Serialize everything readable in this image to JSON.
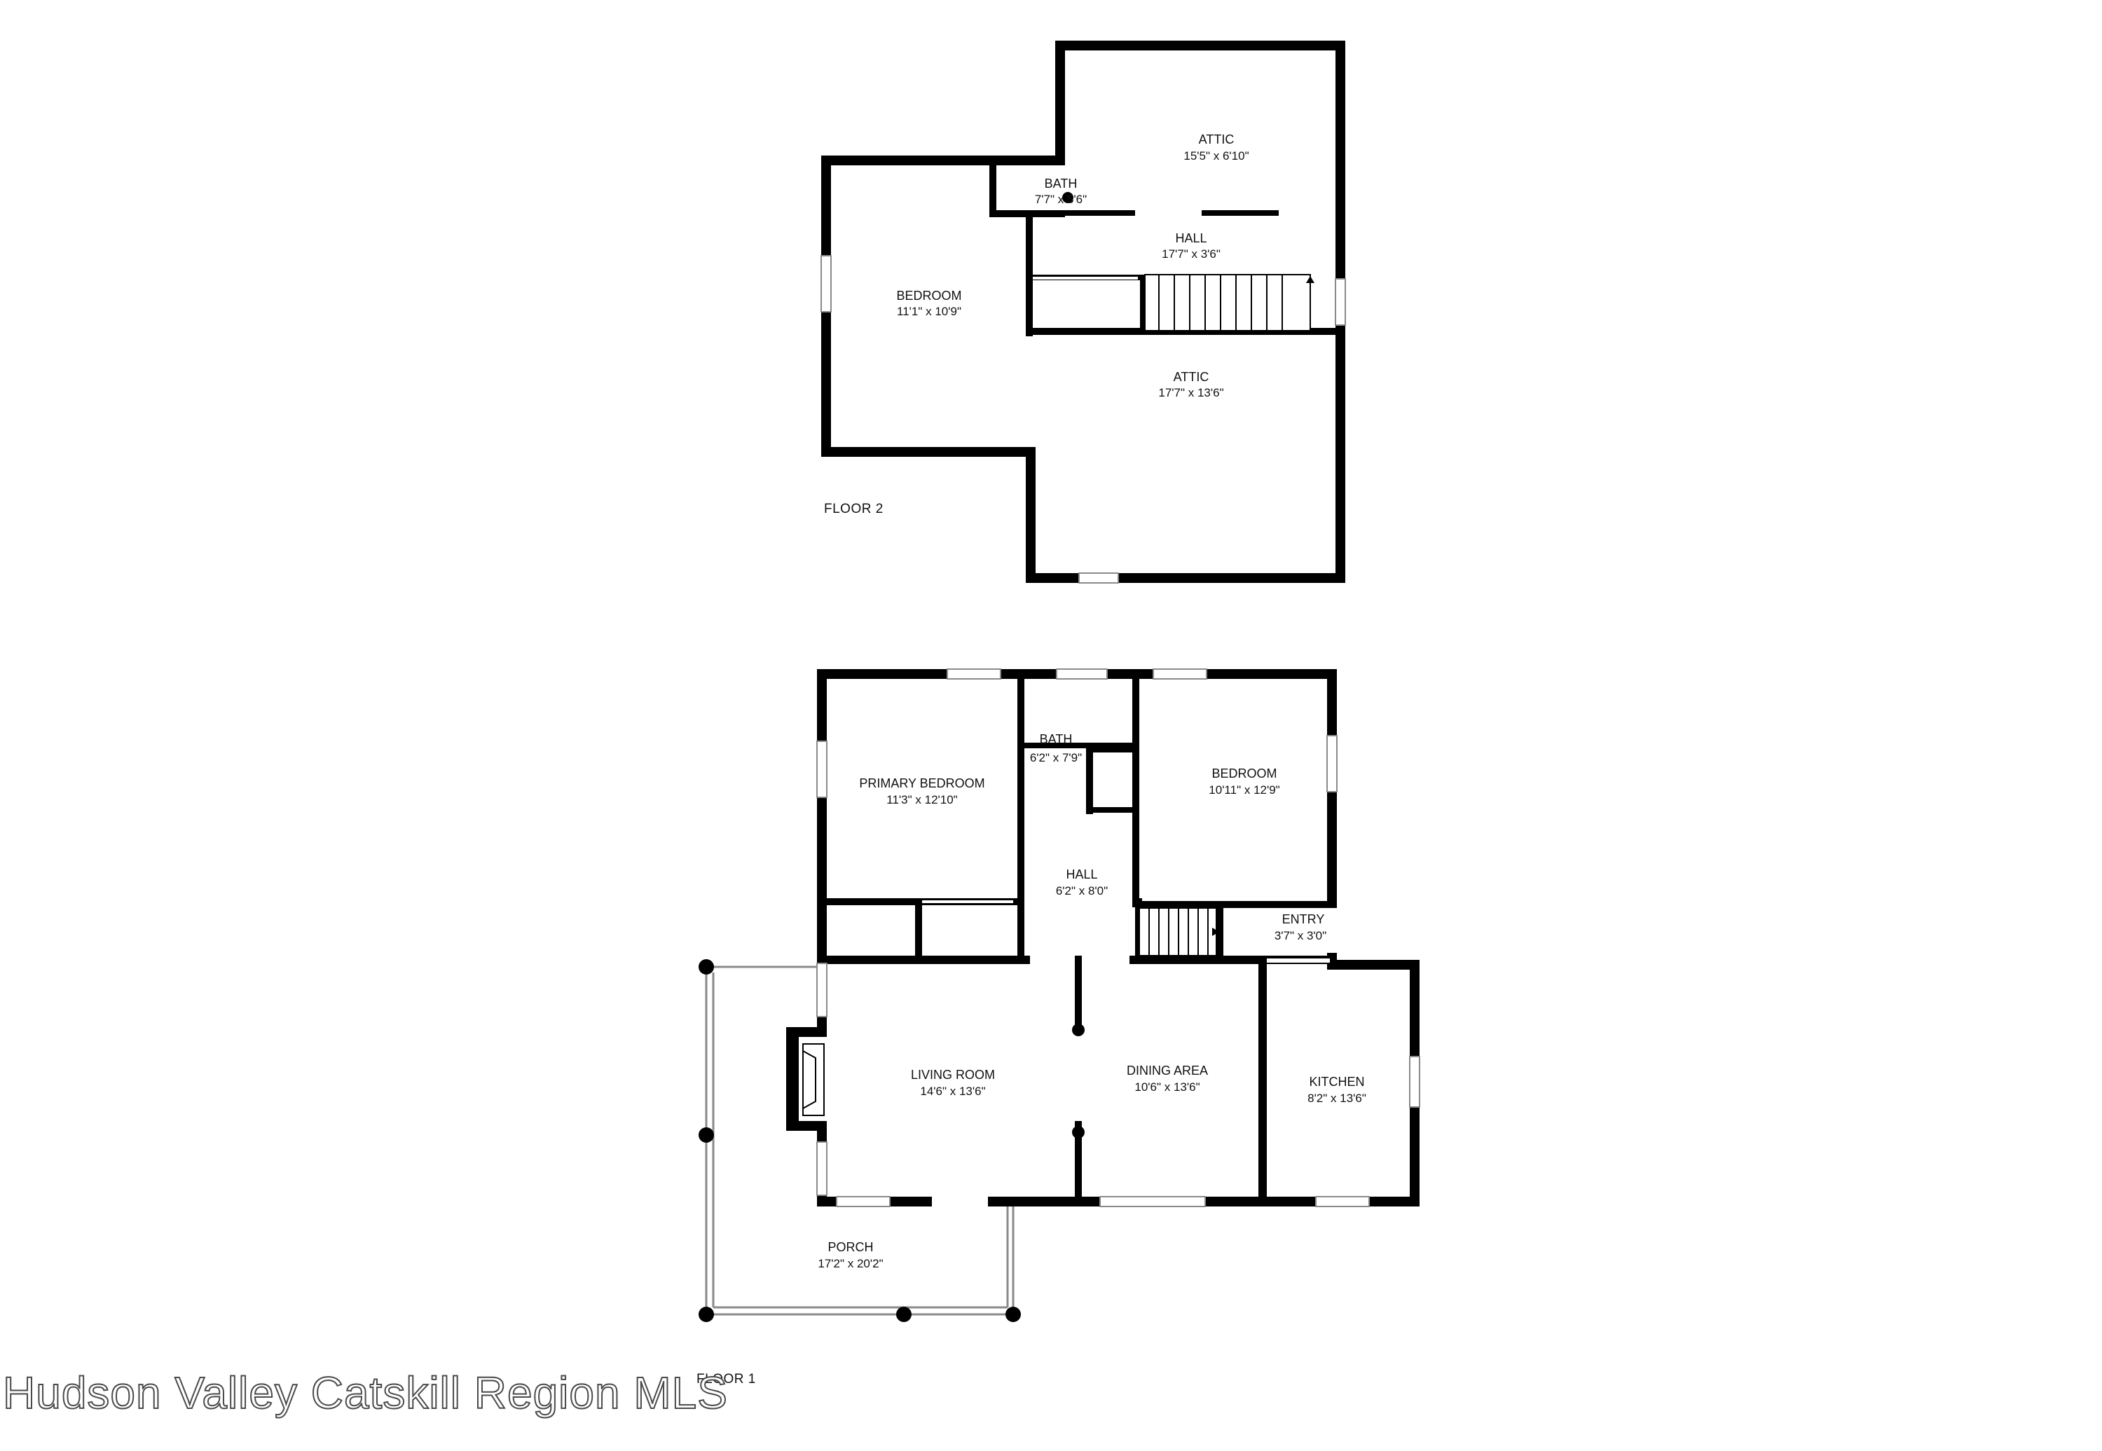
{
  "watermark": "Hudson Valley Catskill Region MLS",
  "floors": {
    "floor2": {
      "label": "FLOOR 2",
      "rooms": {
        "attic_top": {
          "name": "ATTIC",
          "dim": "15'5\" x 6'10\""
        },
        "bath": {
          "name": "BATH",
          "dim": "7'7\" x 5'6\""
        },
        "hall": {
          "name": "HALL",
          "dim": "17'7\" x 3'6\""
        },
        "bedroom": {
          "name": "BEDROOM",
          "dim": "11'1\" x 10'9\""
        },
        "attic_bottom": {
          "name": "ATTIC",
          "dim": "17'7\" x 13'6\""
        }
      }
    },
    "floor1": {
      "label": "FLOOR 1",
      "rooms": {
        "primary_bedroom": {
          "name": "PRIMARY BEDROOM",
          "dim": "11'3\" x 12'10\""
        },
        "bath": {
          "name": "BATH",
          "dim": "6'2\" x 7'9\""
        },
        "bedroom": {
          "name": "BEDROOM",
          "dim": "10'11\" x 12'9\""
        },
        "hall": {
          "name": "HALL",
          "dim": "6'2\" x 8'0\""
        },
        "entry": {
          "name": "ENTRY",
          "dim": "3'7\" x 3'0\""
        },
        "living_room": {
          "name": "LIVING ROOM",
          "dim": "14'6\" x 13'6\""
        },
        "dining_area": {
          "name": "DINING AREA",
          "dim": "10'6\" x 13'6\""
        },
        "kitchen": {
          "name": "KITCHEN",
          "dim": "8'2\" x 13'6\""
        },
        "porch": {
          "name": "PORCH",
          "dim": "17'2\" x 20'2\""
        }
      }
    }
  }
}
